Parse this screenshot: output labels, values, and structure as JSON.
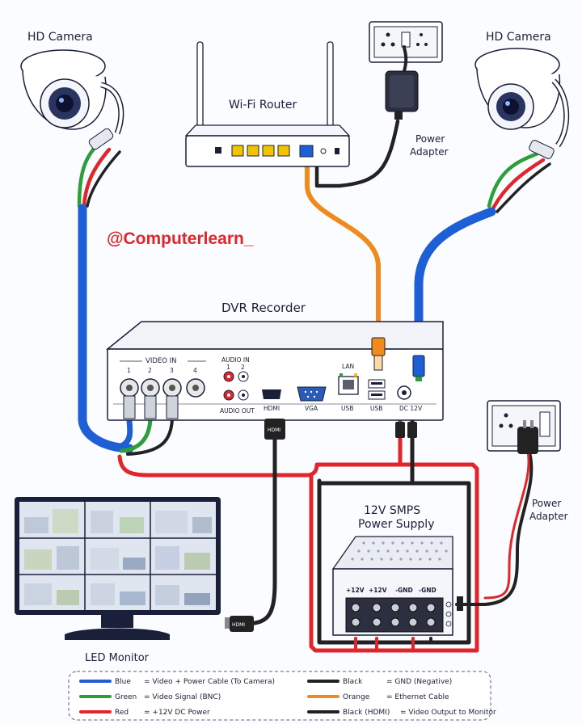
{
  "watermark": "@Computerlearn_",
  "labels": {
    "camera_left": "HD Camera",
    "camera_right": "HD Camera",
    "router": "Wi-Fi Router",
    "power_adapter_top_line1": "Power",
    "power_adapter_top_line2": "Adapter",
    "dvr": "DVR Recorder",
    "smps_line1": "12V SMPS",
    "smps_line2": "Power Supply",
    "power_adapter_right_line1": "Power",
    "power_adapter_right_line2": "Adapter",
    "monitor": "LED Monitor"
  },
  "dvr_ports": {
    "video_in": "VIDEO IN",
    "channels": [
      "1",
      "2",
      "3",
      "4"
    ],
    "audio_in": "AUDIO IN",
    "audio_channels": [
      "1",
      "2"
    ],
    "audio_out": "AUDIO OUT",
    "hdmi": "HDMI",
    "vga": "VGA",
    "lan": "LAN",
    "usb1": "USB",
    "usb2": "USB",
    "dc": "DC 12V"
  },
  "cable_tags": {
    "hdmi_top": "HDMI",
    "hdmi_bottom": "HDMI"
  },
  "smps_terminals": [
    "+12V",
    "+12V",
    "-GND",
    "-GND"
  ],
  "legend": {
    "left": [
      {
        "color_name": "Blue",
        "desc": "= Video + Power Cable (To Camera)",
        "color": "#1f5fd6"
      },
      {
        "color_name": "Green",
        "desc": "= Video Signal (BNC)",
        "color": "#2e9e3a"
      },
      {
        "color_name": "Red",
        "desc": "= +12V DC Power",
        "color": "#e0252b"
      }
    ],
    "right": [
      {
        "color_name": "Black",
        "desc": "= GND (Negative)",
        "color": "#222222"
      },
      {
        "color_name": "Orange",
        "desc": "= Ethernet Cable",
        "color": "#f08a1c"
      },
      {
        "color_name": "Black (HDMI)",
        "desc": "= Video Output to Monitor",
        "color": "#222222"
      }
    ]
  },
  "colors": {
    "blue": "#1f5fd6",
    "green": "#2e9e3a",
    "red": "#e0252b",
    "black": "#222222",
    "orange": "#f08a1c",
    "watermark": "#e0252b",
    "ink": "#1a1f3a"
  }
}
